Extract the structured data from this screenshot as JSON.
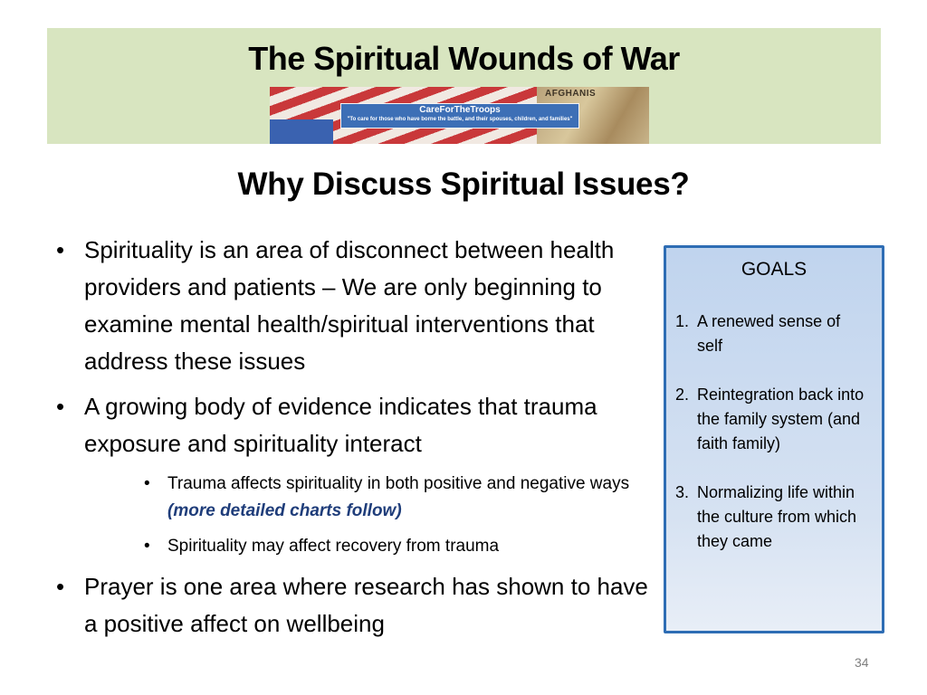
{
  "slide": {
    "title": "The Spiritual Wounds of War",
    "subtitle": "Why Discuss Spiritual Issues?",
    "page_number": "34"
  },
  "banner": {
    "name": "CareForTheTroops",
    "tagline": "\"To care for those who have borne the battle, and their spouses, children, and families\"",
    "map_label": "AFGHANIS"
  },
  "bullets": [
    {
      "text": "Spirituality is an area of disconnect between health providers and patients – We are only beginning to examine mental health/spiritual interventions that address these issues"
    },
    {
      "text": "A growing body of evidence indicates that trauma exposure and spirituality interact"
    },
    {
      "text": "Prayer is one area where research has shown to have a positive affect on wellbeing"
    }
  ],
  "sub_bullets": [
    {
      "text": "Trauma affects spirituality in both positive and negative ways ",
      "emphasis": "(more detailed charts follow)"
    },
    {
      "text": "Spirituality may affect recovery from trauma"
    }
  ],
  "goals": {
    "heading": "GOALS",
    "items": [
      {
        "number": "1.",
        "text": "A renewed sense of self"
      },
      {
        "number": "2.",
        "text": "Reintegration back into the family system (and faith family)"
      },
      {
        "number": "3.",
        "text": "Normalizing life within the culture from which they came"
      }
    ]
  },
  "colors": {
    "header_band": "#d8e5c0",
    "goals_border": "#2e6db4",
    "goals_fill": "#c0d4ee",
    "emphasis_text": "#1f3d7a"
  }
}
